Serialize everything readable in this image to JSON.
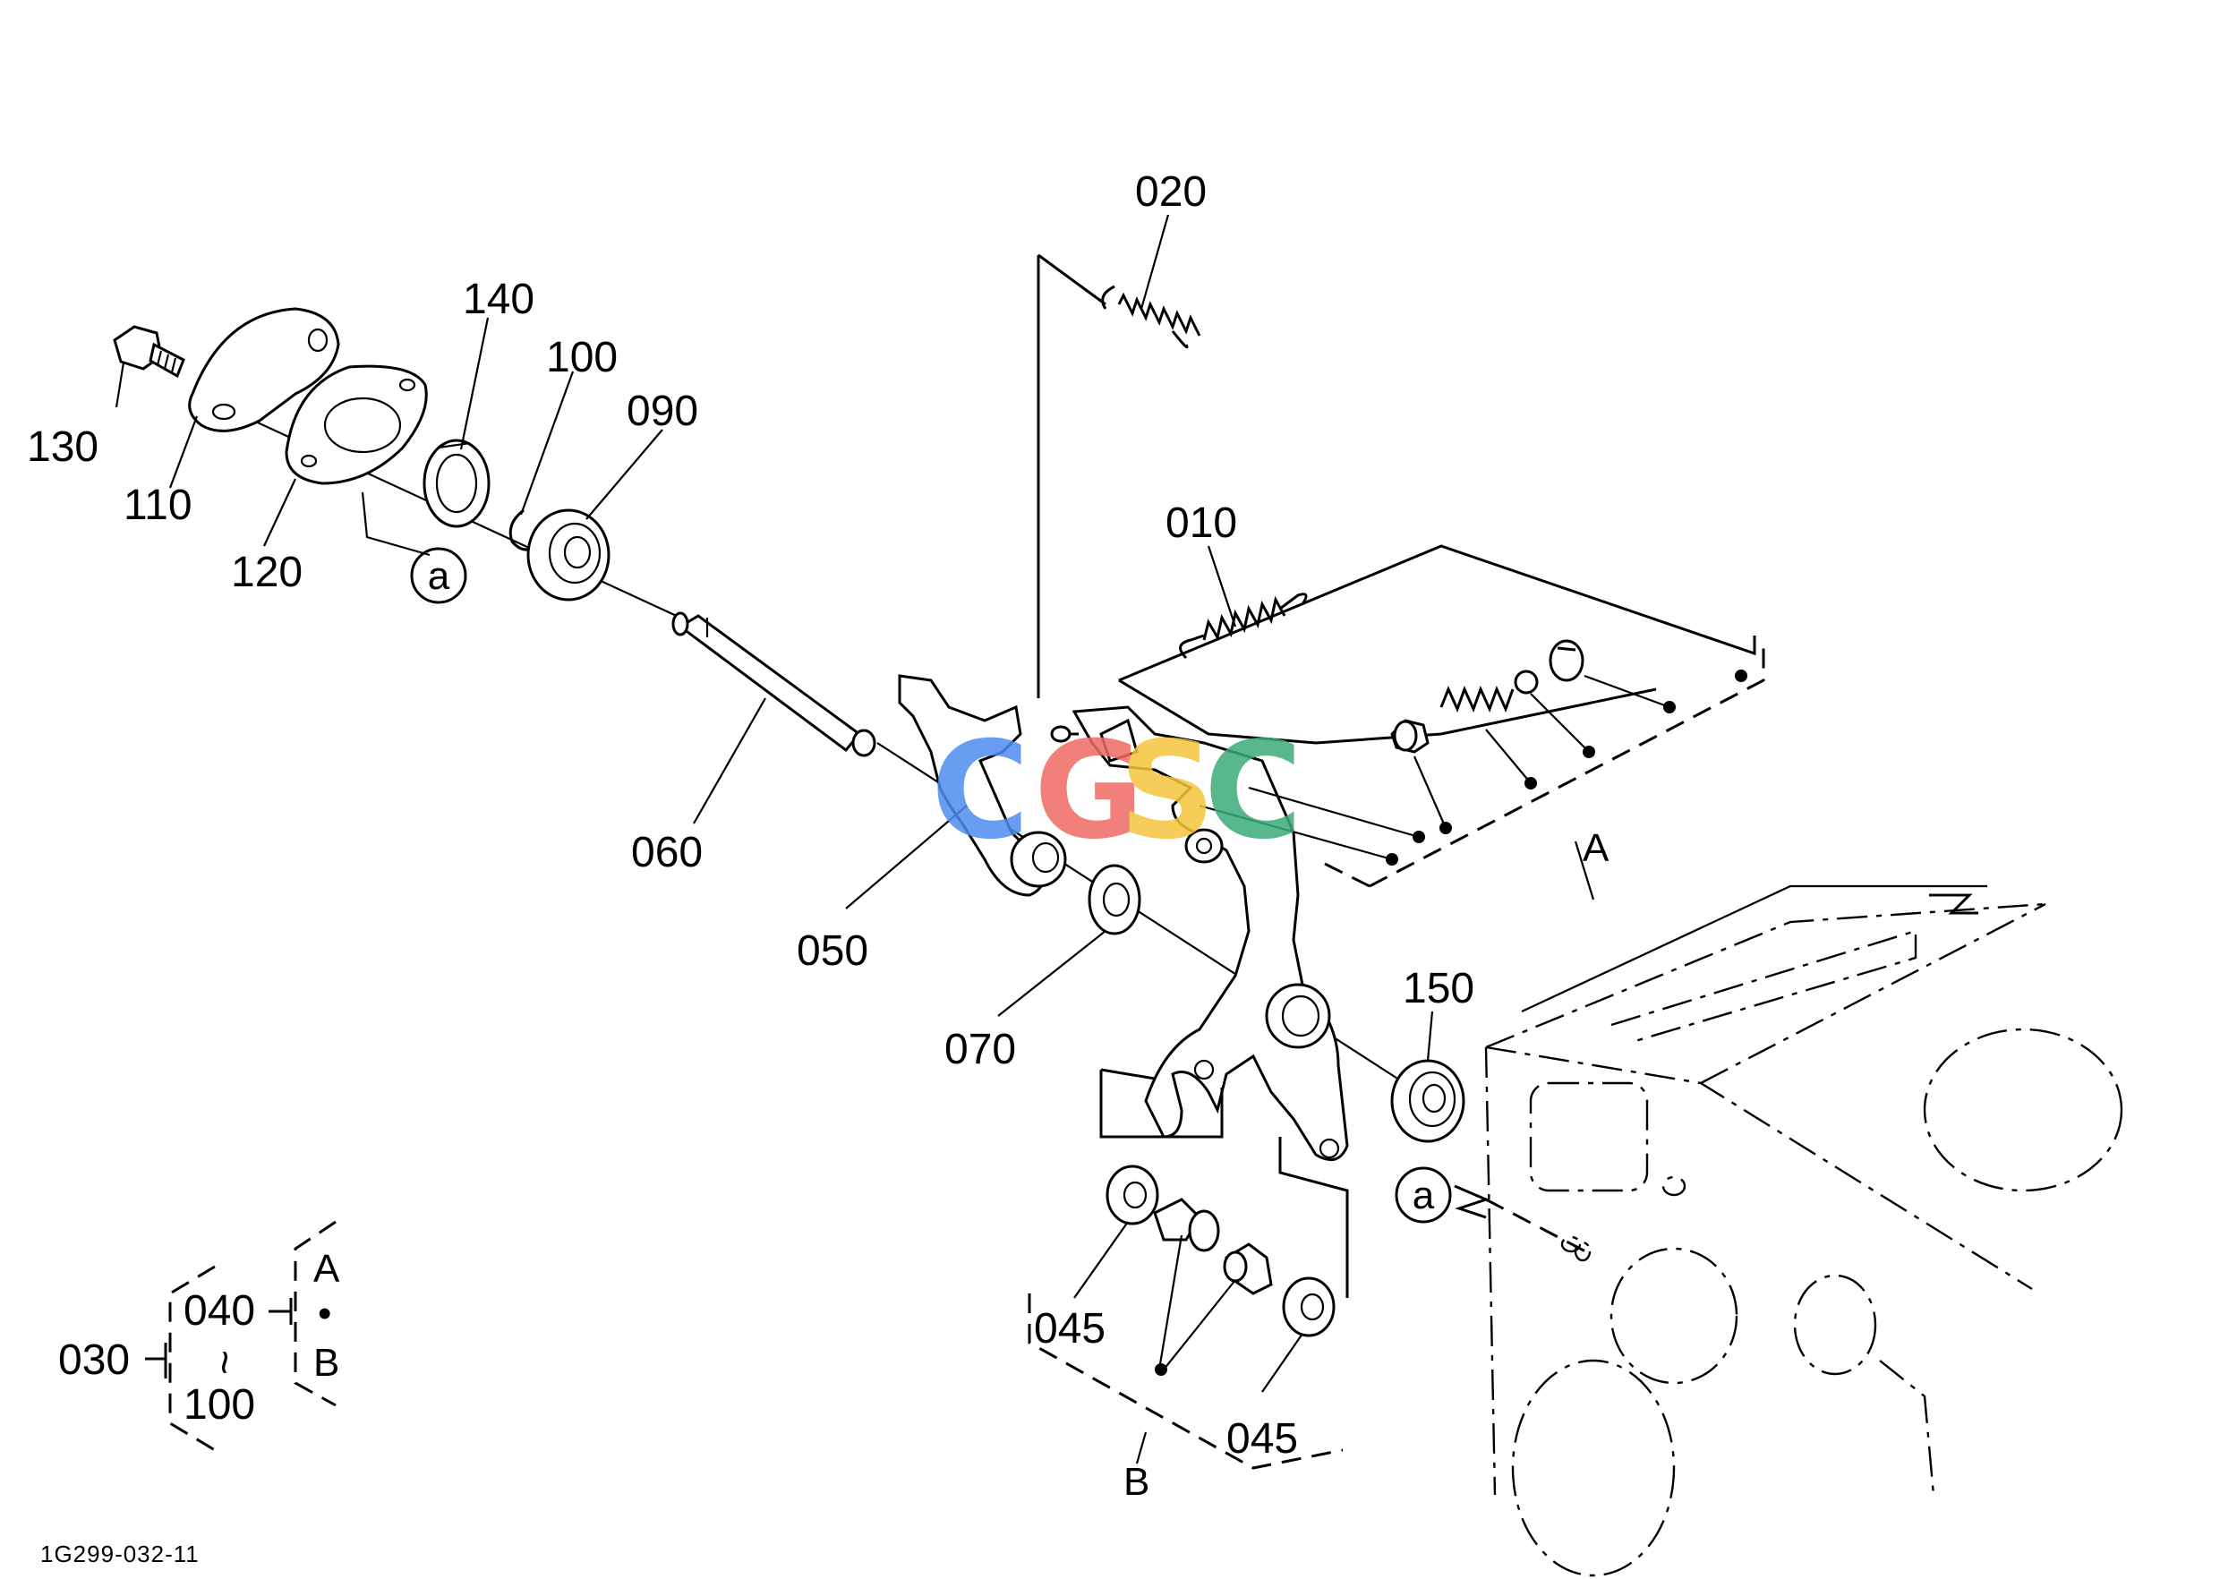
{
  "colors": {
    "background": "#ffffff",
    "ink": "#000000",
    "watermark": [
      "#4d8ef0",
      "#ef6b63",
      "#f4c53b",
      "#3dab7b"
    ]
  },
  "parts": {
    "p010": "010",
    "p020": "020",
    "p030": "030",
    "p040": "040",
    "p045a": "045",
    "p045b": "045",
    "p050": "050",
    "p060": "060",
    "p070": "070",
    "p090": "090",
    "p100": "100",
    "p100b": "100",
    "p110": "110",
    "p120": "120",
    "p130": "130",
    "p140": "140",
    "p150": "150"
  },
  "refs": {
    "a1": "a",
    "a2": "a",
    "groupA": "A",
    "groupB": "B",
    "legendA": "A",
    "legendB": "B",
    "legendDot": "•",
    "legendTilde": "~"
  },
  "drawing_code": "1G299-032-11",
  "watermark": {
    "letters": [
      "C",
      "G",
      "S",
      "C"
    ]
  }
}
